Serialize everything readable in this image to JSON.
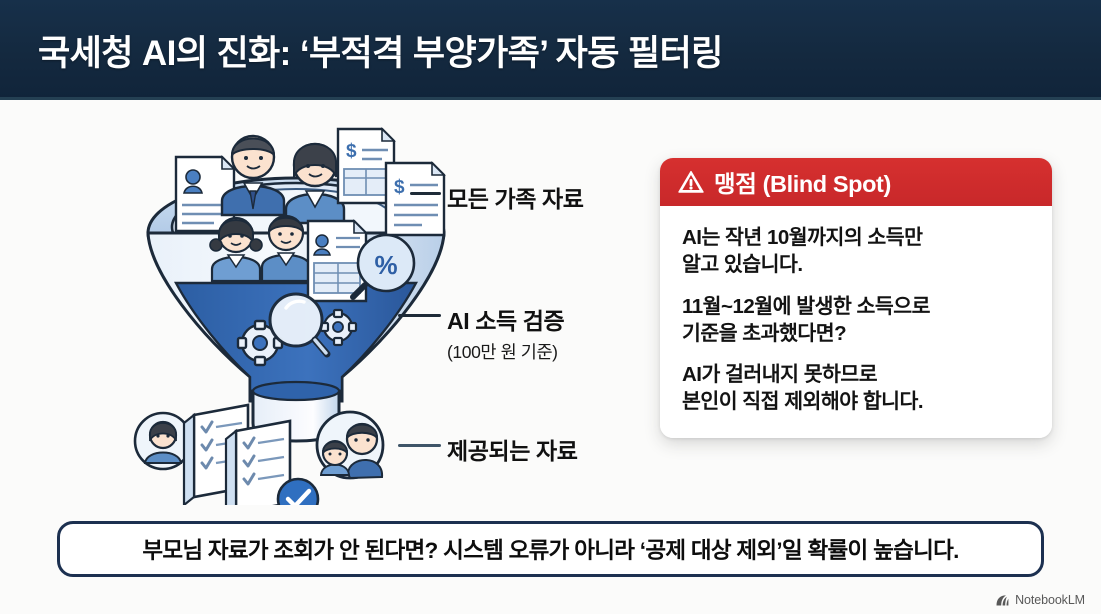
{
  "header": {
    "title": "국세청 AI의 진화: ‘부적격 부양가족’ 자동 필터링",
    "background_color": "#14293f",
    "text_color": "#ffffff"
  },
  "funnel": {
    "labels": [
      {
        "id": "all-family",
        "main": "모든 가족 자료",
        "sub": ""
      },
      {
        "id": "ai-verify",
        "main": "AI 소득 검증",
        "sub": "(100만 원 기준)"
      },
      {
        "id": "provided",
        "main": "제공되는 자료",
        "sub": ""
      }
    ],
    "stage_colors": {
      "top_rim": "#aac4e2",
      "mid_band": "#3a6db5",
      "light": "#eef4fb",
      "outline": "#1c2a3a"
    },
    "icons": {
      "top": [
        "family-group-icon",
        "id-document-icon",
        "dollar-document-icon",
        "percent-magnifier-icon"
      ],
      "middle": [
        "magnifier-icon",
        "gear-icon",
        "gear-small-icon"
      ],
      "bottom": [
        "avatar-icon",
        "checklist-document-icon",
        "check-badge-icon",
        "avatar-family-icon"
      ]
    }
  },
  "alert": {
    "icon": "warning-triangle-icon",
    "title": "맹점 (Blind Spot)",
    "header_color": "#cd2b2b",
    "paragraphs": [
      "AI는 작년 10월까지의 소득만\n알고 있습니다.",
      "11월~12월에 발생한 소득으로\n기준을 초과했다면?",
      "AI가 걸러내지 못하므로\n본인이 직접 제외해야 합니다."
    ]
  },
  "banner": {
    "text": "부모님 자료가 조회가 안 된다면? 시스템 오류가 아니라 ‘공제 대상 제외’일 확률이 높습니다.",
    "border_color": "#1c3050"
  },
  "watermark": {
    "icon": "notebooklm-icon",
    "text": "NotebookLM"
  }
}
